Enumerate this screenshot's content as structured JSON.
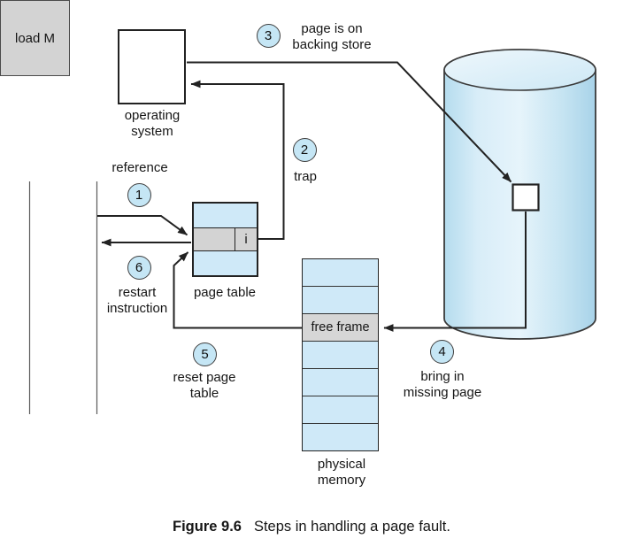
{
  "colors": {
    "light_blue": "#cfe9f8",
    "circle_fill": "#c5e6f5",
    "gray_fill": "#d3d3d3",
    "line_color": "#222222"
  },
  "nodes": {
    "operating_system": {
      "label": "operating\nsystem"
    },
    "user_program": {
      "instruction": "load M"
    },
    "page_table": {
      "label": "page table",
      "invalid_bit": "i"
    },
    "physical_memory": {
      "label": "physical\nmemory",
      "free_frame_label": "free frame"
    }
  },
  "steps": [
    {
      "number": "1",
      "label": "reference"
    },
    {
      "number": "2",
      "label": "trap"
    },
    {
      "number": "3",
      "label": "page is on\nbacking store"
    },
    {
      "number": "4",
      "label": "bring in\nmissing page"
    },
    {
      "number": "5",
      "label": "reset page\ntable"
    },
    {
      "number": "6",
      "label": "restart\ninstruction"
    }
  ],
  "caption": {
    "label": "Figure 9.6",
    "text": "Steps in handling a page fault."
  }
}
